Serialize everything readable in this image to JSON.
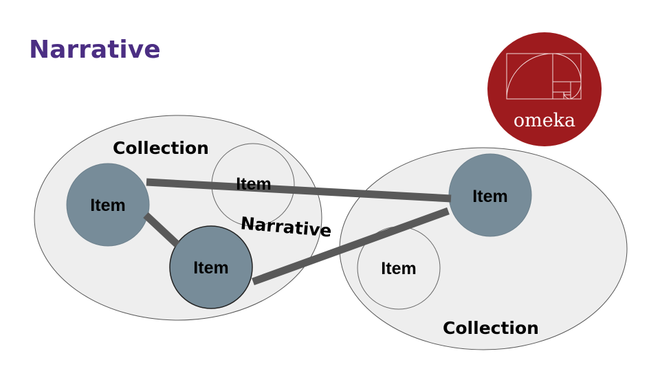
{
  "slide": {
    "title": "Narrative"
  },
  "logo": {
    "icon": "omeka-logo",
    "wordmark": "omeka"
  },
  "diagram": {
    "collection_left_label": "Collection",
    "collection_right_label": "Collection",
    "narrative_label": "Narrative",
    "items": {
      "left_a": "Item",
      "left_b": "Item",
      "left_faint": "Item",
      "right_a": "Item",
      "right_faint": "Item"
    }
  },
  "colors": {
    "title": "#4b2e83",
    "collection_fill": "#eeeeee",
    "collection_stroke": "#555555",
    "item_fill": "#778c99",
    "link_stroke": "#595959",
    "logo_bg": "#9e1b1e",
    "logo_line": "#f3dcdc"
  }
}
